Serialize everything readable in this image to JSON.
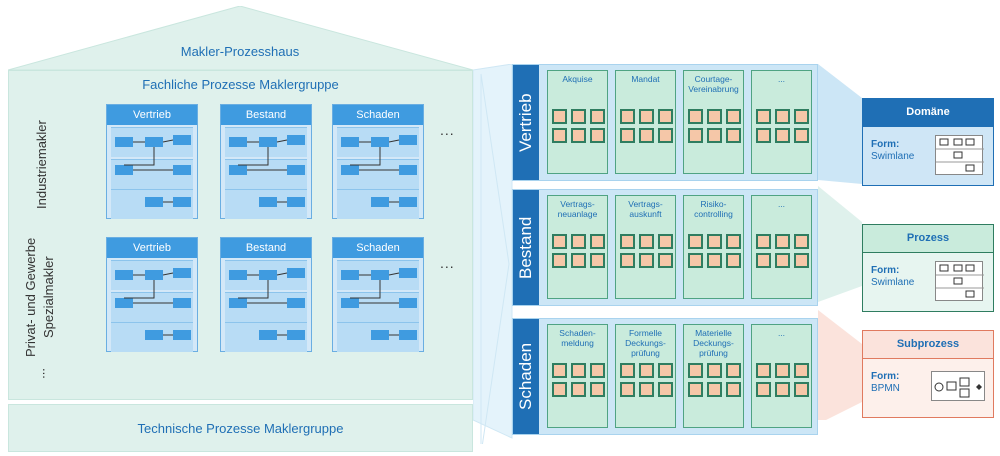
{
  "house": {
    "roof_title": "Makler-Prozesshaus",
    "fachlich_title": "Fachliche Prozesse Maklergruppe",
    "technical_title": "Technische Prozesse Maklergruppe",
    "row_labels": [
      "Industriemakler",
      "Privat- und Gewerbe Spezialmakler",
      "..."
    ],
    "process_titles": [
      "Vertrieb",
      "Bestand",
      "Schaden"
    ],
    "more": "..."
  },
  "swimlanes": [
    {
      "label": "Vertrieb",
      "subs": [
        "Akquise",
        "Mandat",
        "Courtage-\nVereinabrung",
        "..."
      ]
    },
    {
      "label": "Bestand",
      "subs": [
        "Vertrags-\nneuanlage",
        "Vertrags-\nauskunft",
        "Risiko-\ncontrolling",
        "..."
      ]
    },
    {
      "label": "Schaden",
      "subs": [
        "Schaden-\nmeldung",
        "Formelle\nDeckungs-\nprüfung",
        "Materielle\nDeckungs-\nprüfung",
        "..."
      ]
    }
  ],
  "cards": [
    {
      "title": "Domäne",
      "form_label": "Form:",
      "form_value": "Swimlane"
    },
    {
      "title": "Prozess",
      "form_label": "Form:",
      "form_value": "Swimlane"
    },
    {
      "title": "Subprozess",
      "form_label": "Form:",
      "form_value": "BPMN"
    }
  ],
  "colors": {
    "blue": "#1f6fb5",
    "mint": "#dff1ec",
    "salmon": "#f5c7a8",
    "subprozess": "#fbe3dc"
  }
}
